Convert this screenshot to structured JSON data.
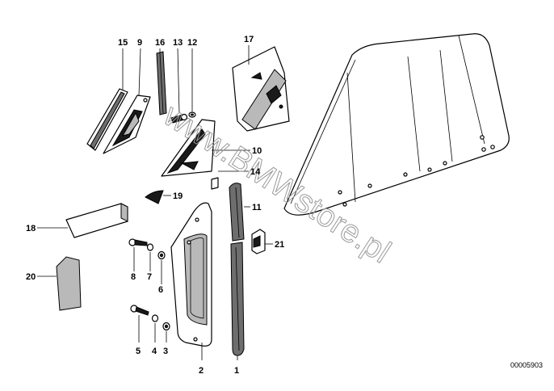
{
  "watermark": "www.BMWstore.pl",
  "drawing_code": "00005903",
  "labels": {
    "l1": "1",
    "l2": "2",
    "l3": "3",
    "l4": "4",
    "l5": "5",
    "l6": "6",
    "l7": "7",
    "l8": "8",
    "l9": "9",
    "l10": "10",
    "l11": "11",
    "l12": "12",
    "l13": "13",
    "l14": "14",
    "l15": "15",
    "l16": "16",
    "l17": "17",
    "l18": "18",
    "l19": "19",
    "l20": "20",
    "l21": "21"
  }
}
